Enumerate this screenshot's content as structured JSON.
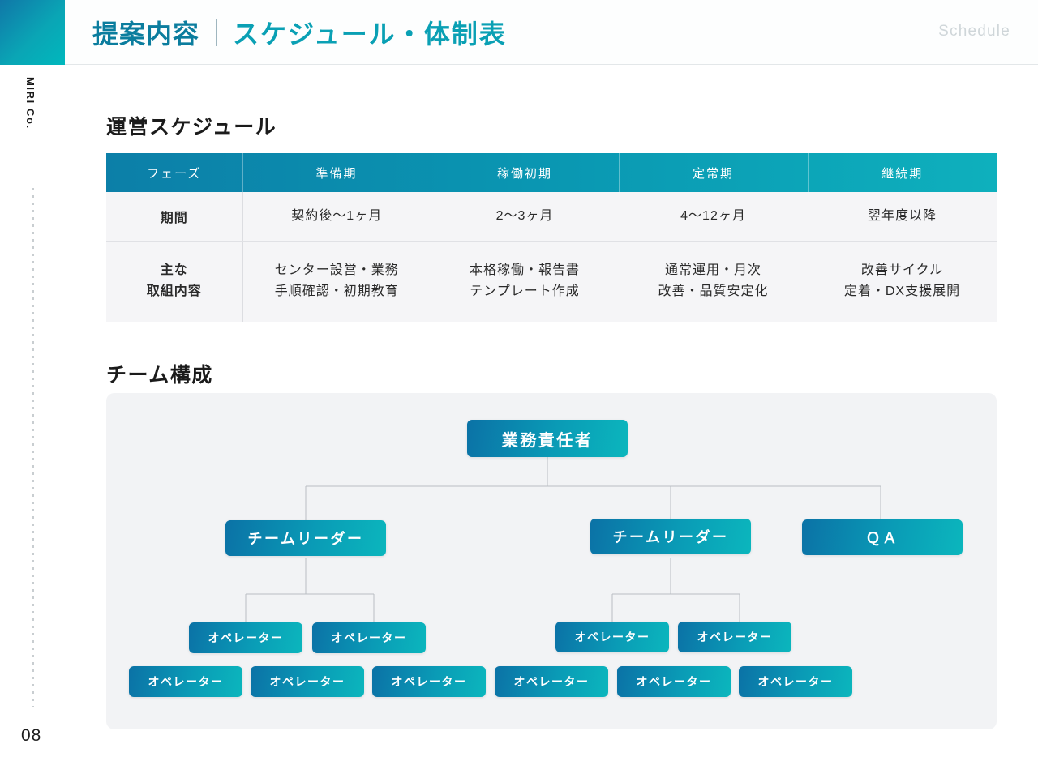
{
  "header": {
    "title_main": "提案内容",
    "title_sub": "スケジュール・体制表",
    "eyebrow": "Schedule"
  },
  "rail": {
    "brand": "MIRI Co.",
    "page_number": "08"
  },
  "sections": {
    "schedule_title": "運営スケジュール",
    "team_title": "チーム構成"
  },
  "schedule_table": {
    "columns": [
      "フェーズ",
      "準備期",
      "稼働初期",
      "定常期",
      "継続期"
    ],
    "rows": [
      {
        "label": "期間",
        "cells": [
          [
            "契約後〜1ヶ月"
          ],
          [
            "2〜3ヶ月"
          ],
          [
            "4〜12ヶ月"
          ],
          [
            "翌年度以降"
          ]
        ]
      },
      {
        "label_line1": "主な",
        "label_line2": "取組内容",
        "cells": [
          [
            "センター設営・業務",
            "手順確認・初期教育"
          ],
          [
            "本格稼働・報告書",
            "テンプレート作成"
          ],
          [
            "通常運用・月次",
            "改善・品質安定化"
          ],
          [
            "改善サイクル",
            "定着・DX支援展開"
          ]
        ]
      }
    ]
  },
  "org_chart": {
    "root": "業務責任者",
    "level2": [
      "チームリーダー",
      "チームリーダー",
      "ＱＡ"
    ],
    "level3_group_a": [
      "オペレーター",
      "オペレーター"
    ],
    "level3_group_b": [
      "オペレーター",
      "オペレーター"
    ],
    "level4": [
      "オペレーター",
      "オペレーター",
      "オペレーター",
      "オペレーター",
      "オペレーター",
      "オペレーター"
    ]
  },
  "colors": {
    "brand_dark_teal": "#0c7fa8",
    "brand_cyan": "#0eb0bd",
    "title_blue": "#0b7d9e",
    "panel_bg": "#f2f3f5",
    "table_row_bg": "#f5f5f7",
    "connector": "#b9bec2"
  }
}
